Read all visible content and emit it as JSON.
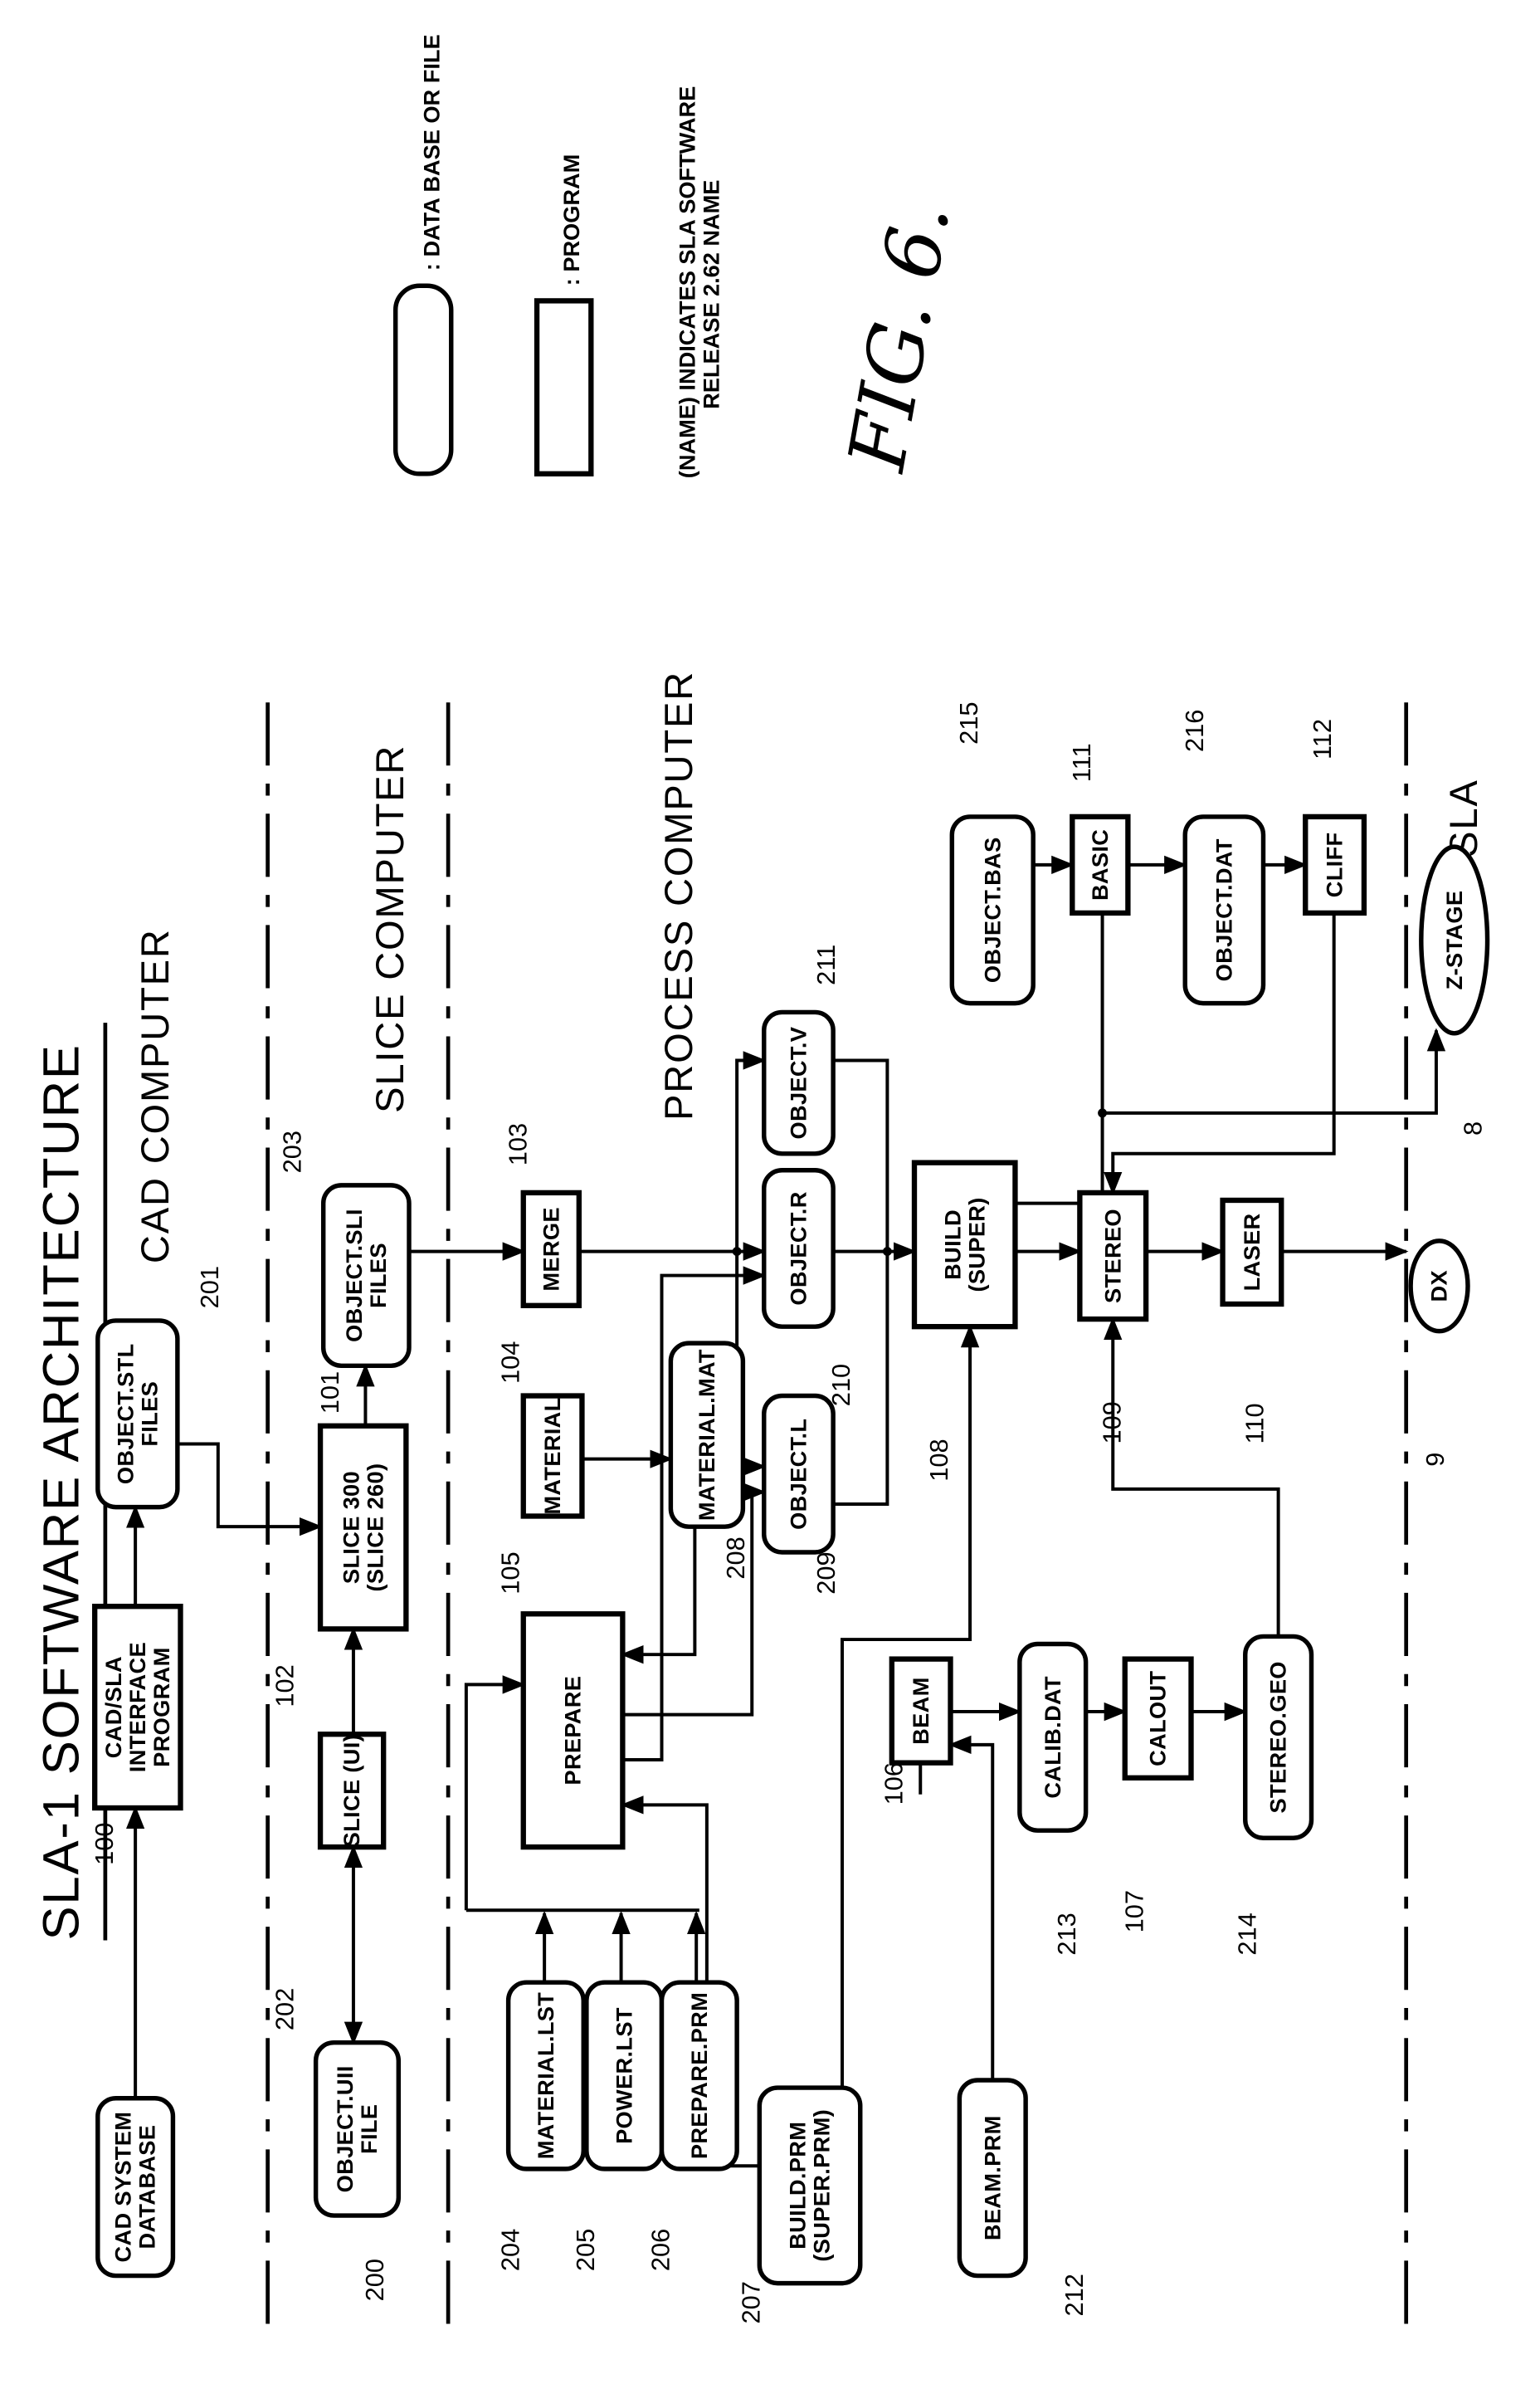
{
  "title": "SLA-1 SOFTWARE ARCHITECTURE",
  "figure_label": "FIG. 6.",
  "sections": {
    "cad": "CAD COMPUTER",
    "slice": "SLICE COMPUTER",
    "process": "PROCESS COMPUTER",
    "sla": "SLA"
  },
  "legend": {
    "database": ": DATA BASE OR FILE",
    "program": ": PROGRAM",
    "note_line1": "(NAME)  INDICATES  SLA  SOFTWARE",
    "note_line2": "RELEASE  2.62  NAME"
  },
  "nodes": {
    "cad_db": {
      "lines": [
        "CAD SYSTEM",
        "DATABASE"
      ],
      "ref": "200",
      "kind": "database"
    },
    "cad_sla": {
      "lines": [
        "CAD/SLA",
        "INTERFACE",
        "PROGRAM"
      ],
      "ref": "100",
      "kind": "program"
    },
    "object_stl": {
      "lines": [
        "OBJECT.STL",
        "FILES"
      ],
      "ref": "201",
      "kind": "database"
    },
    "slice300": {
      "lines": [
        "SLICE 300",
        "(SLICE 260)"
      ],
      "ref": "101",
      "kind": "program"
    },
    "slice_ui": {
      "lines": [
        "SLICE (UI)"
      ],
      "ref": "102",
      "kind": "program"
    },
    "object_ui": {
      "lines": [
        "OBJECT.UII",
        "FILE"
      ],
      "ref": "202",
      "kind": "database"
    },
    "object_sli": {
      "lines": [
        "OBJECT.SLI",
        "FILES"
      ],
      "ref": "203",
      "kind": "database"
    },
    "merge": {
      "lines": [
        "MERGE"
      ],
      "ref": "103",
      "kind": "program"
    },
    "material": {
      "lines": [
        "MATERIAL"
      ],
      "ref": "104",
      "kind": "program"
    },
    "material_mat": {
      "lines": [
        "MATERIAL.MAT"
      ],
      "ref": "208",
      "kind": "database"
    },
    "prepare": {
      "lines": [
        "PREPARE"
      ],
      "ref": "105",
      "kind": "program"
    },
    "material_lst": {
      "lines": [
        "MATERIAL.LST"
      ],
      "ref": "204",
      "kind": "database"
    },
    "power_lst": {
      "lines": [
        "POWER.LST"
      ],
      "ref": "205",
      "kind": "database"
    },
    "prepare_prm": {
      "lines": [
        "PREPARE.PRM"
      ],
      "ref": "206",
      "kind": "database"
    },
    "build_prm": {
      "lines": [
        "BUILD.PRM",
        "(SUPER.PRM)"
      ],
      "ref": "207",
      "kind": "database"
    },
    "object_l": {
      "lines": [
        "OBJECT.L"
      ],
      "ref": "209",
      "kind": "database"
    },
    "object_r": {
      "lines": [
        "OBJECT.R"
      ],
      "ref": "210",
      "kind": "database"
    },
    "object_v": {
      "lines": [
        "OBJECT.V"
      ],
      "ref": "211",
      "kind": "database"
    },
    "build": {
      "lines": [
        "BUILD",
        "(SUPER)"
      ],
      "ref": "108",
      "kind": "program"
    },
    "beam": {
      "lines": [
        "BEAM"
      ],
      "ref": "106",
      "kind": "program"
    },
    "beam_prm": {
      "lines": [
        "BEAM.PRM"
      ],
      "ref": "212",
      "kind": "database"
    },
    "calib_dat": {
      "lines": [
        "CALIB.DAT"
      ],
      "ref": "213",
      "kind": "database"
    },
    "calout": {
      "lines": [
        "CALOUT"
      ],
      "ref": "107",
      "kind": "program"
    },
    "stereo_geo": {
      "lines": [
        "STEREO.GEO"
      ],
      "ref": "214",
      "kind": "database"
    },
    "stereo": {
      "lines": [
        "STEREO"
      ],
      "ref": "109",
      "kind": "program"
    },
    "laser": {
      "lines": [
        "LASER"
      ],
      "ref": "110",
      "kind": "program"
    },
    "object_bas": {
      "lines": [
        "OBJECT.BAS"
      ],
      "ref": "215",
      "kind": "database"
    },
    "basic": {
      "lines": [
        "BASIC"
      ],
      "ref": "111",
      "kind": "program"
    },
    "object_dat": {
      "lines": [
        "OBJECT.DAT"
      ],
      "ref": "216",
      "kind": "database"
    },
    "cliff": {
      "lines": [
        "CLIFF"
      ],
      "ref": "112",
      "kind": "program"
    },
    "z_stage": {
      "lines": [
        "Z-STAGE"
      ],
      "ref": "8",
      "kind": "hardware"
    },
    "dx": {
      "lines": [
        "DX"
      ],
      "ref": "9",
      "kind": "hardware"
    }
  }
}
